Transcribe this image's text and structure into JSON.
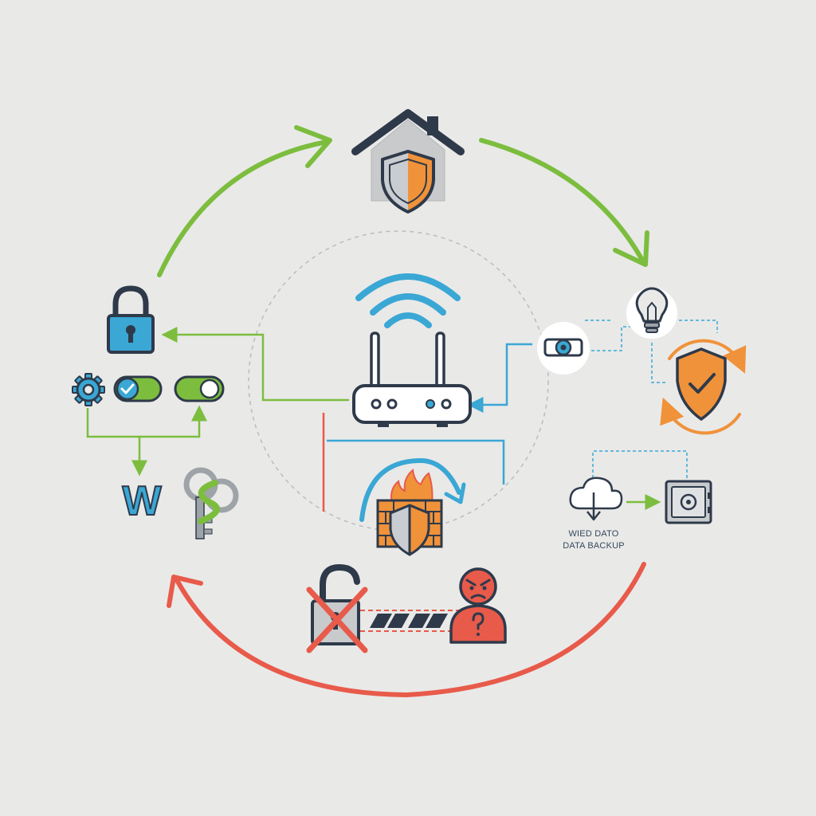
{
  "backup_labels": {
    "line1": "WIED DATO",
    "line2": "DATA BACKUP"
  },
  "letter_mark": "W",
  "colors": {
    "background": "#e9e9e8",
    "green_flow": "#7cbd3e",
    "blue_flow": "#3aa7d4",
    "red_flow": "#e85a4a",
    "orange": "#f0923a",
    "navy": "#2e3a4a",
    "grey": "#9ea3a8",
    "text": "#34495e"
  },
  "icons": [
    "house-shield-icon",
    "wifi-router-icon",
    "padlock-icon",
    "gear-icon",
    "toggle-on-icon",
    "checkbox-toggle-icon",
    "key-chain-icon",
    "security-camera-icon",
    "lightbulb-icon",
    "shield-check-icon",
    "cloud-download-icon",
    "safe-vault-icon",
    "firewall-icon",
    "broken-padlock-icon",
    "hacker-icon"
  ]
}
